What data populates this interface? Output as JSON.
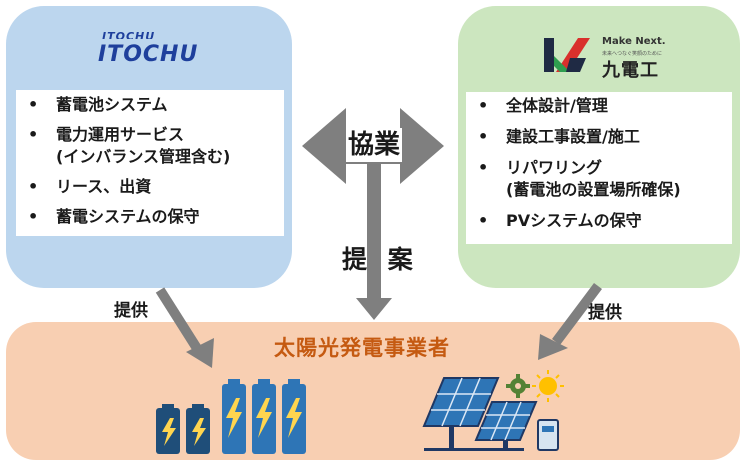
{
  "left_panel": {
    "logo_top": "ITOCHU",
    "logo_main": "ITOCHU",
    "items": [
      {
        "lines": [
          "蓄電池システム"
        ]
      },
      {
        "lines": [
          "電力運用サービス",
          "(インバランス管理含む)"
        ]
      },
      {
        "lines": [
          "リース、出資"
        ]
      },
      {
        "lines": [
          "蓄電システムの保守"
        ]
      }
    ]
  },
  "right_panel": {
    "logo_tagline": "Make Next.",
    "logo_subtext": "未来へつなぐ笑顔のために",
    "logo_name": "九電工",
    "items": [
      {
        "lines": [
          "全体設計/管理"
        ]
      },
      {
        "lines": [
          "建設工事設置/施工"
        ]
      },
      {
        "lines": [
          "リパワリング",
          "(蓄電池の設置場所確保)"
        ]
      },
      {
        "lines": [
          "PVシステムの保守"
        ]
      }
    ]
  },
  "center": {
    "collaboration_label": "協業",
    "proposal_label": "提 案"
  },
  "arrows": {
    "left_label": "提供",
    "right_label": "提供"
  },
  "bottom_panel": {
    "title": "太陽光発電事業者"
  },
  "bullet_char": "•",
  "colors": {
    "left_panel_bg": "#bcd6ee",
    "right_panel_bg": "#cce6bf",
    "bottom_panel_bg": "#f8cfb2",
    "arrow_gray": "#7f7f7f",
    "title_orange": "#c55a11",
    "itochu_blue": "#1e3f9c",
    "battery_blue": "#2e75b6",
    "bolt_yellow": "#ffd54f"
  },
  "icons": [
    "battery-icon",
    "solar-panel-icon",
    "gear-icon",
    "sun-icon",
    "power-meter-icon"
  ]
}
